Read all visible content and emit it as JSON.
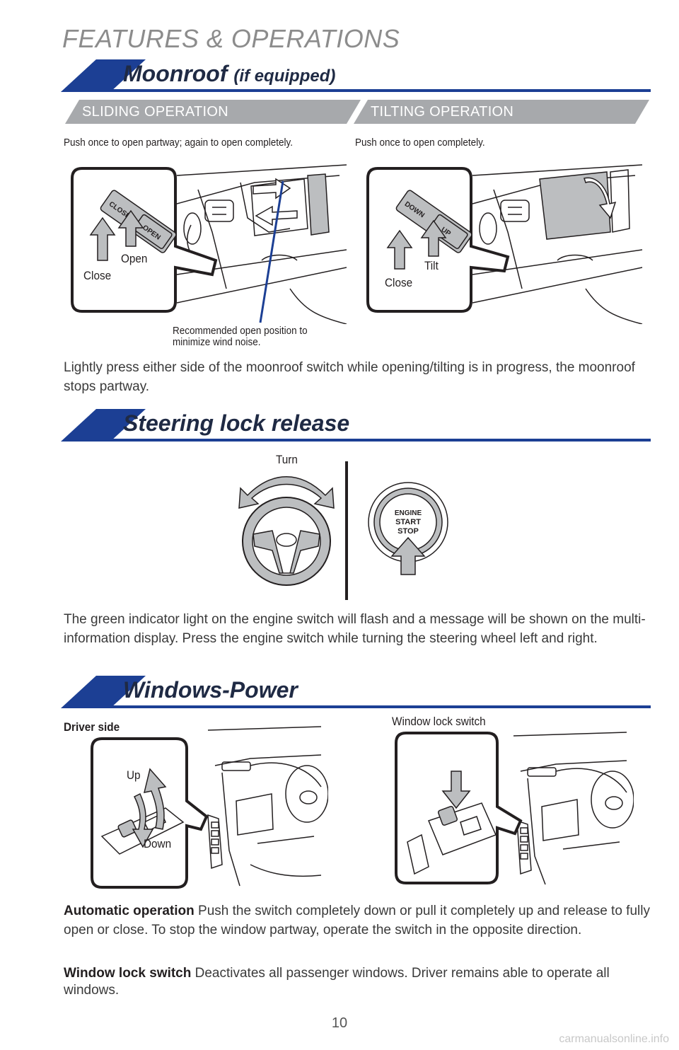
{
  "page": {
    "header": "FEATURES & OPERATIONS",
    "page_number": "10",
    "watermark": "carmanualsonline.info"
  },
  "moonroof": {
    "title": "Moonroof",
    "title_suffix": "(if equipped)",
    "sliding_label": "SLIDING OPERATION",
    "tilting_label": "TILTING OPERATION",
    "sliding_caption": "Push once to open partway; again to open completely.",
    "tilting_caption": "Push once to open completely.",
    "open_label": "Open",
    "close_label_left": "Close",
    "tilt_label": "Tilt",
    "close_label_right": "Close",
    "switch_open_text": "OPEN",
    "switch_close_text": "CLOSE",
    "switch_up_text": "UP",
    "switch_down_text": "DOWN",
    "recommended_caption": "Recommended open position to minimize wind noise.",
    "note": "Lightly press either side of the moonroof switch while opening/tilting is in progress, the moonroof stops partway."
  },
  "steering": {
    "title": "Steering lock release",
    "turn_label": "Turn",
    "button_line1": "ENGINE",
    "button_line2": "START",
    "button_line3": "STOP",
    "description": "The green indicator light on the engine switch will flash and a message will be shown on the multi-information display. Press the engine switch while turning the steering wheel left and right."
  },
  "windows": {
    "title": "Windows-Power",
    "driver_side_label": "Driver side",
    "lock_switch_label": "Window lock switch",
    "up_label": "Up",
    "down_label": "Down",
    "auto_heading": "Automatic operation",
    "auto_text": "Push the switch completely down or pull it completely up and release to fully open or close. To stop the window partway, operate the switch in the opposite direction.",
    "lock_heading": "Window lock switch",
    "lock_text": "Deactivates all passenger windows. Driver remains able to operate all windows."
  },
  "colors": {
    "navy": "#1f2a44",
    "blue": "#1c3f94",
    "grey_bar": "#a7a9ac",
    "illustration_grey": "#bcbec0"
  }
}
